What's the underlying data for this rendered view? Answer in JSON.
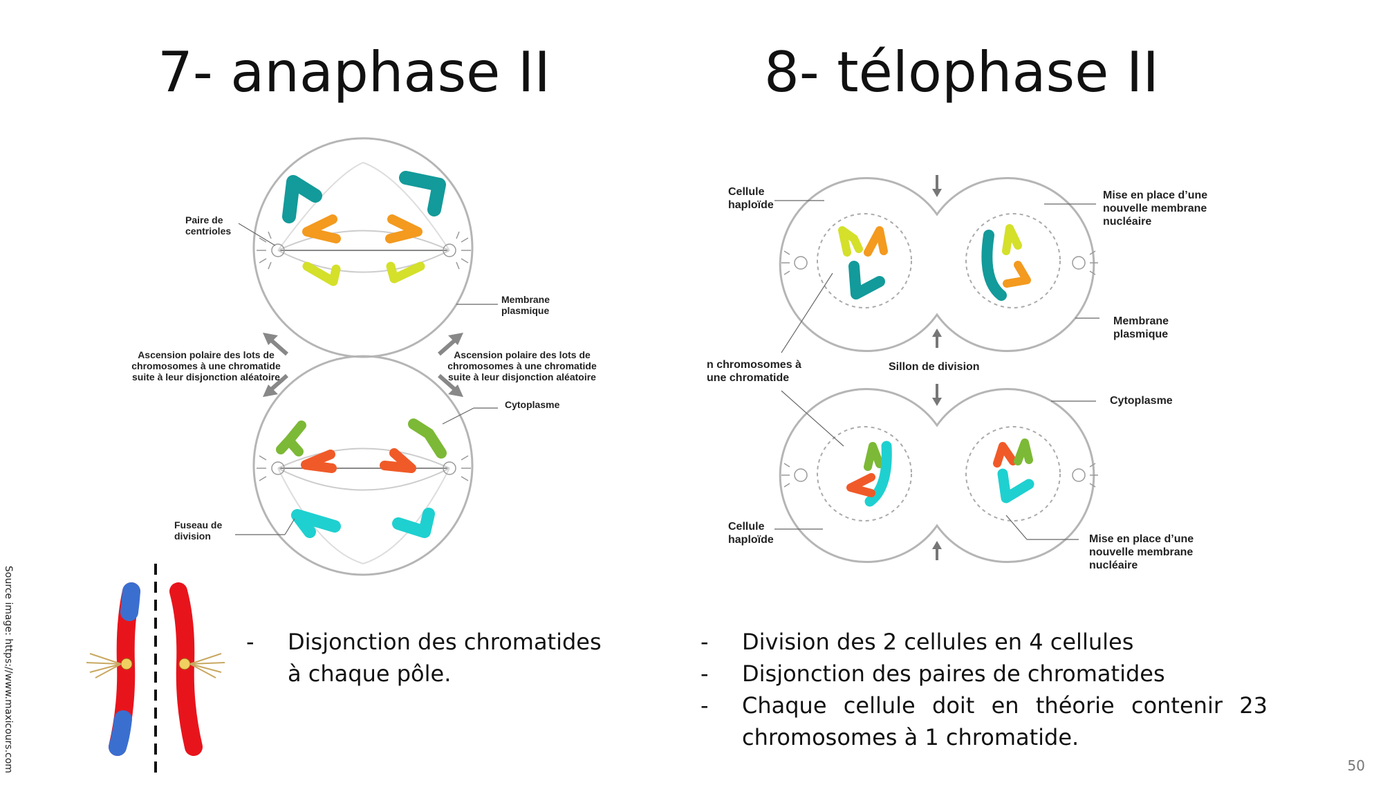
{
  "slide": {
    "title_left": "7- anaphase II",
    "title_right": "8- télophase II",
    "page_number": "50",
    "source_note": "Source image: https://www.maxicours.com"
  },
  "anaphase_diagram": {
    "labels": {
      "centrioles": "Paire de\ncentrioles",
      "membrane": "Membrane\nplasmique",
      "ascension_left": "Ascension polaire des lots de\nchromosomes à une chromatide\nsuite à leur disjonction aléatoire",
      "ascension_right": "Ascension polaire des lots de\nchromosomes à une chromatide\nsuite à leur disjonction aléatoire",
      "cytoplasme": "Cytoplasme",
      "fuseau": "Fuseau de\ndivision"
    }
  },
  "telophase_diagram": {
    "labels": {
      "cellule_top": "Cellule\nhaploïde",
      "membrane_nucl_top": "Mise en place d’une\nnouvelle membrane\nnucléaire",
      "membrane_plasmique": "Membrane\nplasmique",
      "n_chromosomes": "n chromosomes à\nune chromatide",
      "sillon": "Sillon de division",
      "cytoplasme": "Cytoplasme",
      "cellule_bottom": "Cellule\nhaploïde",
      "membrane_nucl_bottom": "Mise en place d’une\nnouvelle membrane\nnucléaire"
    }
  },
  "bullets_left": [
    "Disjonction des chromatides à chaque pôle."
  ],
  "bullets_right": [
    "Division des 2 cellules en 4 cellules",
    "Disjonction des paires de chromatides",
    "Chaque cellule doit en théorie contenir 23 chromosomes à 1 chromatide."
  ],
  "colors": {
    "teal": "#139a9a",
    "orange": "#f39a1f",
    "yellow": "#d4e02a",
    "green": "#7cb936",
    "red_orange": "#f05a28",
    "cyan": "#1fd0d0",
    "chromosome_red": "#e8141c",
    "chromosome_blue": "#3a6fd0"
  }
}
